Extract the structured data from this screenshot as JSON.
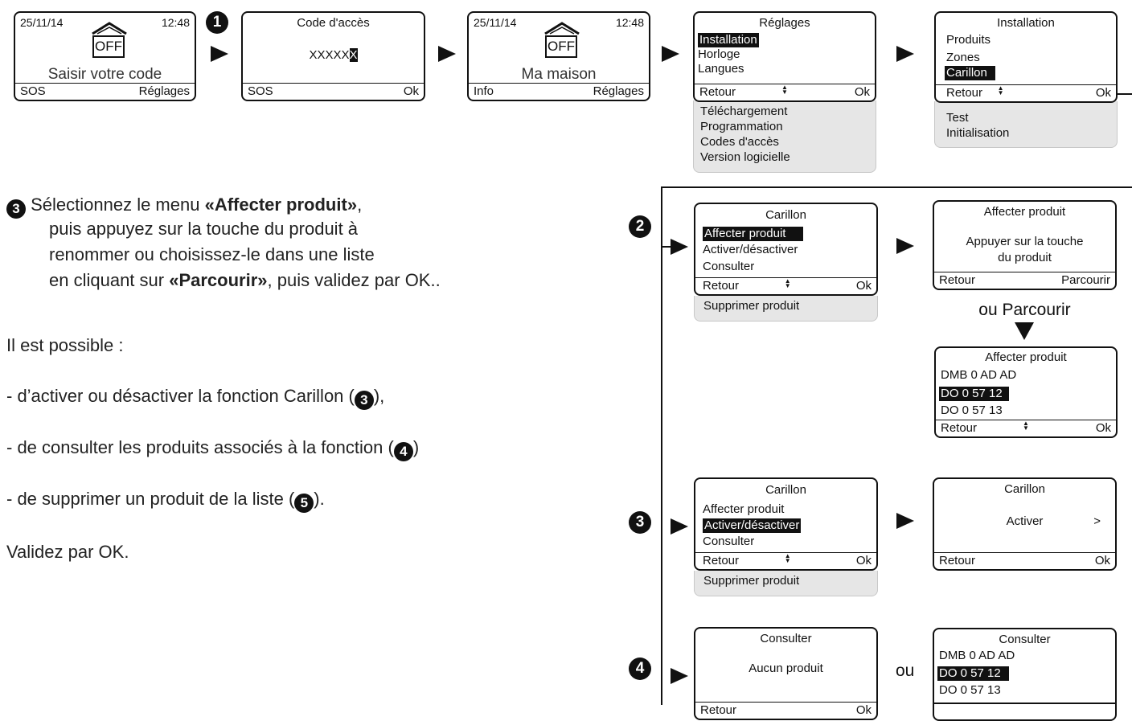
{
  "screen1": {
    "date": "25/11/14",
    "time": "12:48",
    "off": "OFF",
    "message": "Saisir votre code",
    "left": "SOS",
    "right": "Réglages"
  },
  "screen2": {
    "title": "Code d'accès",
    "code": "XXXXX",
    "cursor": "X",
    "left": "SOS",
    "right": "Ok"
  },
  "screen3": {
    "date": "25/11/14",
    "time": "12:48",
    "off": "OFF",
    "message": "Ma maison",
    "left": "Info",
    "right": "Réglages"
  },
  "screen4": {
    "title": "Réglages",
    "items": [
      "Installation",
      "Horloge",
      "Langues"
    ],
    "left": "Retour",
    "mid": "▲▼",
    "right": "Ok",
    "extra": [
      "Téléchargement",
      "Programmation",
      "Codes d'accès",
      "Version logicielle"
    ]
  },
  "screen5": {
    "title": "Installation",
    "items": [
      "Produits",
      "Zones",
      "Carillon"
    ],
    "left": "Retour",
    "mid": "▲▼",
    "right": "Ok",
    "extra": [
      "Test",
      "Initialisation"
    ]
  },
  "step_labels": {
    "one": "1",
    "two": "2",
    "three": "3",
    "four": "4"
  },
  "instructions": {
    "num": "3",
    "line1_a": " Sélectionnez le menu ",
    "line1_b": "«Affecter produit»",
    "line1_c": ",",
    "line2": "puis appuyez sur la touche du produit à",
    "line3": "renommer ou choisissez-le dans une liste",
    "line4_a": "en cliquant sur ",
    "line4_b": "«Parcourir»",
    "line4_c": ", puis validez par OK..",
    "possible": "Il est possible :",
    "b1_a": "- d’activer ou désactiver la fonction Carillon (",
    "b1_n": "3",
    "b1_c": "),",
    "b2_a": "- de consulter les produits associés à la fonction (",
    "b2_n": "4",
    "b2_c": ")",
    "b3_a": "- de supprimer un produit de la liste (",
    "b3_n": "5",
    "b3_c": ").",
    "valid": "Validez par OK."
  },
  "carillon1": {
    "title": "Carillon",
    "items": [
      "Affecter produit",
      "Activer/désactiver",
      "Consulter"
    ],
    "left": "Retour",
    "mid": "▲▼",
    "right": "Ok",
    "extra": [
      "Supprimer produit"
    ]
  },
  "affecter1": {
    "title": "Affecter produit",
    "msg1": "Appuyer sur la touche",
    "msg2": "du produit",
    "left": "Retour",
    "right": "Parcourir"
  },
  "ou_parcourir": "ou Parcourir",
  "affecter2": {
    "title": "Affecter produit",
    "items": [
      "DMB 0 AD AD",
      "DO 0 57 12",
      "DO 0 57 13"
    ],
    "left": "Retour",
    "mid": "▲▼",
    "right": "Ok"
  },
  "carillon2": {
    "title": "Carillon",
    "items": [
      "Affecter produit",
      "Activer/désactiver",
      "Consulter"
    ],
    "left": "Retour",
    "mid": "▲▼",
    "right": "Ok",
    "extra": [
      "Supprimer produit"
    ]
  },
  "carillon3": {
    "title": "Carillon",
    "label": "Activer",
    "arrow": ">",
    "left": "Retour",
    "right": "Ok"
  },
  "consulter1": {
    "title": "Consulter",
    "msg": "Aucun produit",
    "left": "Retour",
    "right": "Ok"
  },
  "ou": "ou",
  "consulter2": {
    "title": "Consulter",
    "items": [
      "DMB 0 AD AD",
      "DO 0 57 12",
      "DO 0 57 13"
    ]
  }
}
